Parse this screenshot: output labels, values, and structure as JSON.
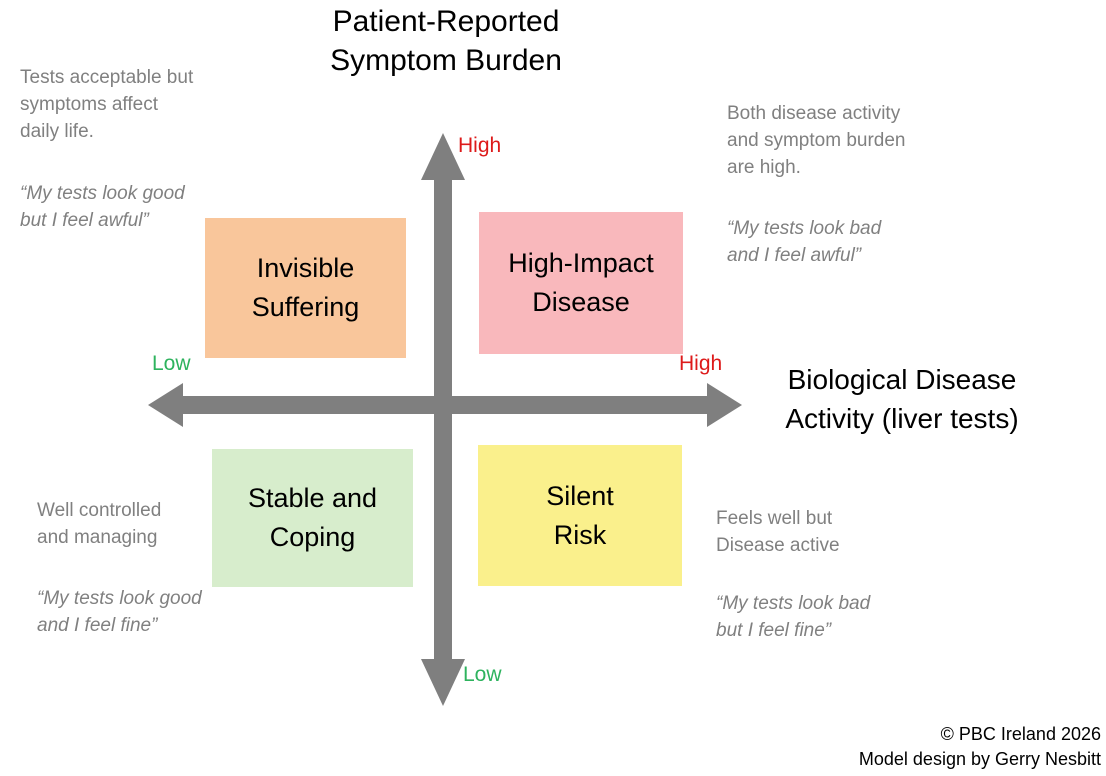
{
  "title": "Patient-Reported\nSymptom Burden",
  "x_axis_title": "Biological Disease\nActivity (liver tests)",
  "axis_labels": {
    "top": "High",
    "left": "Low",
    "right": "High",
    "bottom": "Low"
  },
  "colors": {
    "high_color": "#DD1A1A",
    "low_color": "#2EB35E",
    "arrow_gray": "#7F7F7F",
    "annotation_gray": "#808080",
    "invisible_suffering_fill": "#F9C69B",
    "high_impact_disease_fill": "#F9B8BC",
    "stable_and_coping_fill": "#D7EDCC",
    "silent_risk_fill": "#FAF08C"
  },
  "quadrants": [
    {
      "id": "invisible-suffering",
      "label": "Invisible\nSuffering",
      "fill": "#F9C69B",
      "description": "Tests acceptable but\nsymptoms affect\ndaily life.",
      "quote": "“My tests look good\nbut I feel awful”"
    },
    {
      "id": "high-impact-disease",
      "label": "High-Impact\nDisease",
      "fill": "#F9B8BC",
      "description": "Both disease activity\nand symptom burden\nare high.",
      "quote": "“My tests look bad\nand I feel awful”"
    },
    {
      "id": "stable-and-coping",
      "label": "Stable and\nCoping",
      "fill": "#D7EDCC",
      "description": "Well controlled\nand managing",
      "quote": "“My tests look good\nand I feel fine”"
    },
    {
      "id": "silent-risk",
      "label": "Silent\nRisk",
      "fill": "#FAF08C",
      "description": "Feels well but\nDisease active",
      "quote": "“My tests look bad\nbut I feel fine”"
    }
  ],
  "footer": "© PBC Ireland 2026\nModel design by Gerry Nesbitt",
  "chart_data": {
    "type": "table",
    "title": "Patient-Reported Symptom Burden vs Biological Disease Activity (liver tests)",
    "xlabel": "Biological Disease Activity (liver tests)",
    "ylabel": "Patient-Reported Symptom Burden",
    "xlim": [
      "Low",
      "High"
    ],
    "ylim": [
      "Low",
      "High"
    ],
    "grid": false,
    "legend": "none",
    "categories": [
      "Invisible Suffering",
      "High-Impact Disease",
      "Stable and Coping",
      "Silent Risk"
    ],
    "points": [
      {
        "name": "Invisible Suffering",
        "x": "Low",
        "y": "High",
        "quadrant": "top-left"
      },
      {
        "name": "High-Impact Disease",
        "x": "High",
        "y": "High",
        "quadrant": "top-right"
      },
      {
        "name": "Stable and Coping",
        "x": "Low",
        "y": "Low",
        "quadrant": "bottom-left"
      },
      {
        "name": "Silent Risk",
        "x": "High",
        "y": "Low",
        "quadrant": "bottom-right"
      }
    ]
  }
}
